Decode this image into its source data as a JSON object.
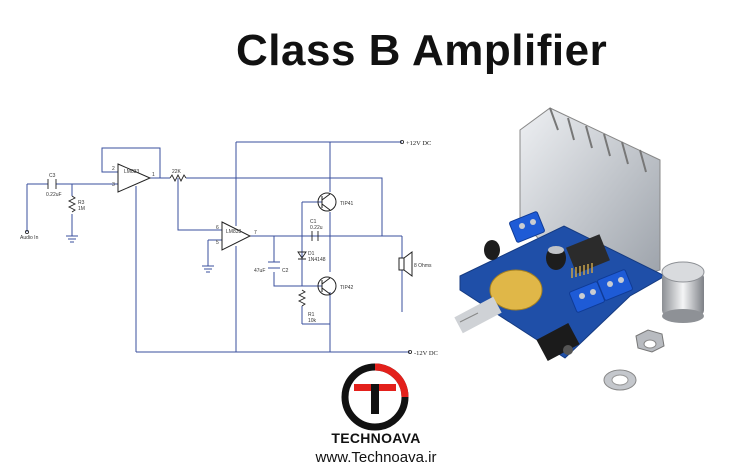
{
  "title": "Class B Amplifier",
  "schematic": {
    "supply_pos": "+12V DC",
    "supply_neg": "-12V DC",
    "input_label": "Audio In",
    "c3_name": "C3",
    "c3_value": "0.22uF",
    "r3_name": "R3",
    "r3_value": "1M",
    "opamp1": "LM833",
    "opamp2": "LM833",
    "resistor_22k": "22K",
    "q1": "TIP41",
    "q2": "TIP42",
    "c1_name": "C1",
    "c1_value": "0.22u",
    "d1_name": "D1",
    "d1_value": "1N4148",
    "c2_name": "C2",
    "c2_value": "47uF",
    "r1_name": "R1",
    "r1_value": "10k",
    "speaker": "8 Ohms",
    "pin_2": "2",
    "pin_3": "3",
    "pin_1": "1",
    "pin_6": "6",
    "pin_5": "5",
    "pin_7": "7"
  },
  "brand": {
    "name": "TECHNOAVA",
    "url": "www.Technoava.ir"
  },
  "colors": {
    "wire": "#3a4f9e",
    "heatsink": "#c9ccd1",
    "pcb": "#1f4fa8",
    "terminal": "#1e5bd6",
    "logo_red": "#e3201b",
    "logo_black": "#111111"
  }
}
